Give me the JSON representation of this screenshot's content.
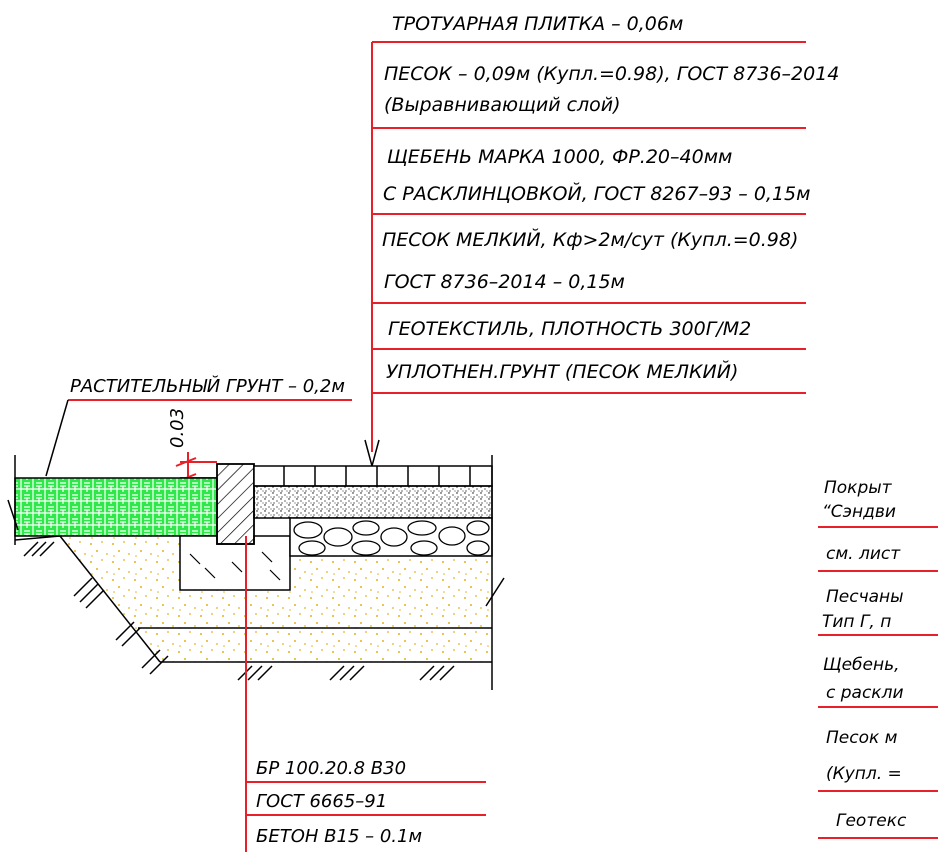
{
  "layers_callout": {
    "tile": "ТРОТУАРНАЯ ПЛИТКА – 0,06м",
    "sand_line1": "ПЕСОК – 0,09м (Купл.=0.98), ГОСТ 8736–2014",
    "sand_line2": "(Выравнивающий слой)",
    "gravel_line1": "ЩЕБЕНЬ МАРКА 1000, ФР.20–40мм",
    "gravel_line2": "С РАСКЛИНЦОВКОЙ, ГОСТ 8267–93 – 0,15м",
    "fine_sand_line1": "ПЕСОК МЕЛКИЙ, Кф>2м/сут (Купл.=0.98)",
    "fine_sand_line2": "ГОСТ 8736–2014 – 0,15м",
    "geotextile": "ГЕОТЕКСТИЛЬ, ПЛОТНОСТЬ 300Г/М2",
    "compacted_soil": "УПЛОТНЕН.ГРУНТ (ПЕСОК МЕЛКИЙ)"
  },
  "topsoil_label": "РАСТИТЕЛЬНЫЙ ГРУНТ – 0,2м",
  "dimension_label": "0.03",
  "curb_callout": {
    "line1": "БР 100.20.8 В30",
    "line2": "ГОСТ 6665–91",
    "line3": "БЕТОН В15 – 0.1м"
  },
  "right_callout": {
    "line1": "Покрыт",
    "line2": "“Сэндви",
    "line3": "см. лист",
    "line4": "Песчаны",
    "line5": "Тип Г, п",
    "line6": "Щебень,",
    "line7": "с раскли",
    "line8": "Песок м",
    "line9": "(Купл. =",
    "line10": "Геотекс"
  },
  "colors": {
    "leader": "#e8202a",
    "topsoil_fill": "#2ee84a",
    "sand_dots": "#e3b21a",
    "line": "#000000"
  }
}
